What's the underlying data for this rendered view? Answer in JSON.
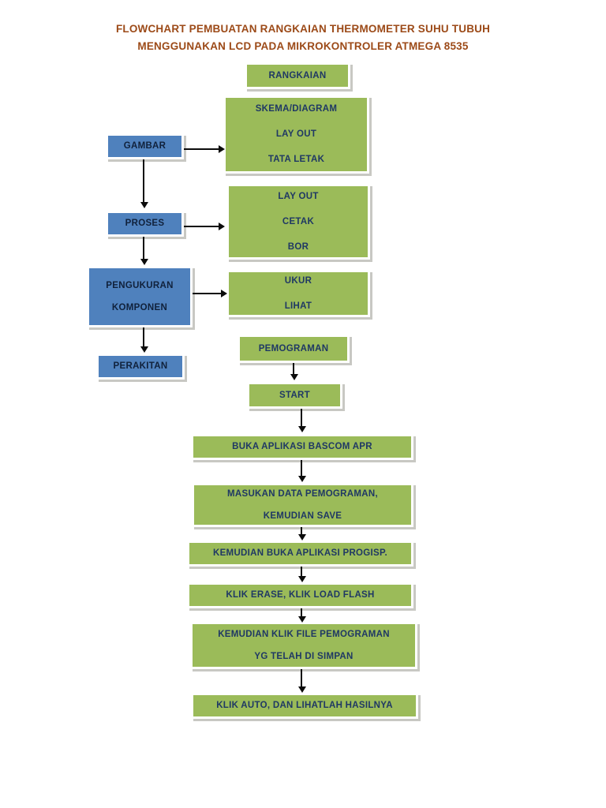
{
  "title": {
    "line1": "FLOWCHART PEMBUATAN RANGKAIAN THERMOMETER SUHU TUBUH",
    "line2": "MENGGUNAKAN LCD PADA MIKROKONTROLER ATMEGA 8535",
    "color": "#9C4A18"
  },
  "colors": {
    "green_fill": "#9BBB59",
    "green_text": "#1F3864",
    "blue_fill": "#4F81BD",
    "blue_text": "#10213B",
    "box_border": "#FFFFFF",
    "shadow": "#BEBEB9",
    "arrow": "#0B0B0B",
    "background": "#FFFFFF"
  },
  "left_column": {
    "nodes": [
      {
        "id": "gambar",
        "label": "GAMBAR",
        "type": "blue"
      },
      {
        "id": "proses",
        "label": "PROSES",
        "type": "blue"
      },
      {
        "id": "pengukuran",
        "line1": "PENGUKURAN",
        "line2": "KOMPONEN",
        "type": "blue"
      },
      {
        "id": "perakitan",
        "label": "PERAKITAN",
        "type": "blue"
      }
    ]
  },
  "right_column": {
    "nodes": [
      {
        "id": "rangkaian",
        "label": "RANGKAIAN",
        "type": "green"
      },
      {
        "id": "skema",
        "line1": "SKEMA/DIAGRAM",
        "line2": "LAY OUT",
        "line3": "TATA LETAK",
        "type": "green"
      },
      {
        "id": "layout-cetak-bor",
        "line1": "LAY OUT",
        "line2": "CETAK",
        "line3": "BOR",
        "type": "green"
      },
      {
        "id": "ukur-lihat",
        "line1": "UKUR",
        "line2": "LIHAT",
        "type": "green"
      }
    ]
  },
  "program_flow": {
    "nodes": [
      {
        "id": "pemograman",
        "label": "PEMOGRAMAN",
        "type": "green"
      },
      {
        "id": "start",
        "label": "START",
        "type": "green"
      },
      {
        "id": "buka-bascom",
        "label": "BUKA APLIKASI BASCOM APR",
        "type": "green"
      },
      {
        "id": "masukan-data",
        "line1": "MASUKAN DATA PEMOGRAMAN,",
        "line2": "KEMUDIAN SAVE",
        "type": "green"
      },
      {
        "id": "buka-progisp",
        "label": "KEMUDIAN BUKA APLIKASI PROGISP.",
        "type": "green"
      },
      {
        "id": "klik-erase",
        "label": "KLIK ERASE, KLIK LOAD FLASH",
        "type": "green"
      },
      {
        "id": "klik-file",
        "line1": "KEMUDIAN KLIK FILE PEMOGRAMAN",
        "line2": "YG TELAH DI SIMPAN",
        "type": "green"
      },
      {
        "id": "klik-auto",
        "label": "KLIK AUTO, DAN LIHATLAH HASILNYA",
        "type": "green"
      }
    ]
  }
}
